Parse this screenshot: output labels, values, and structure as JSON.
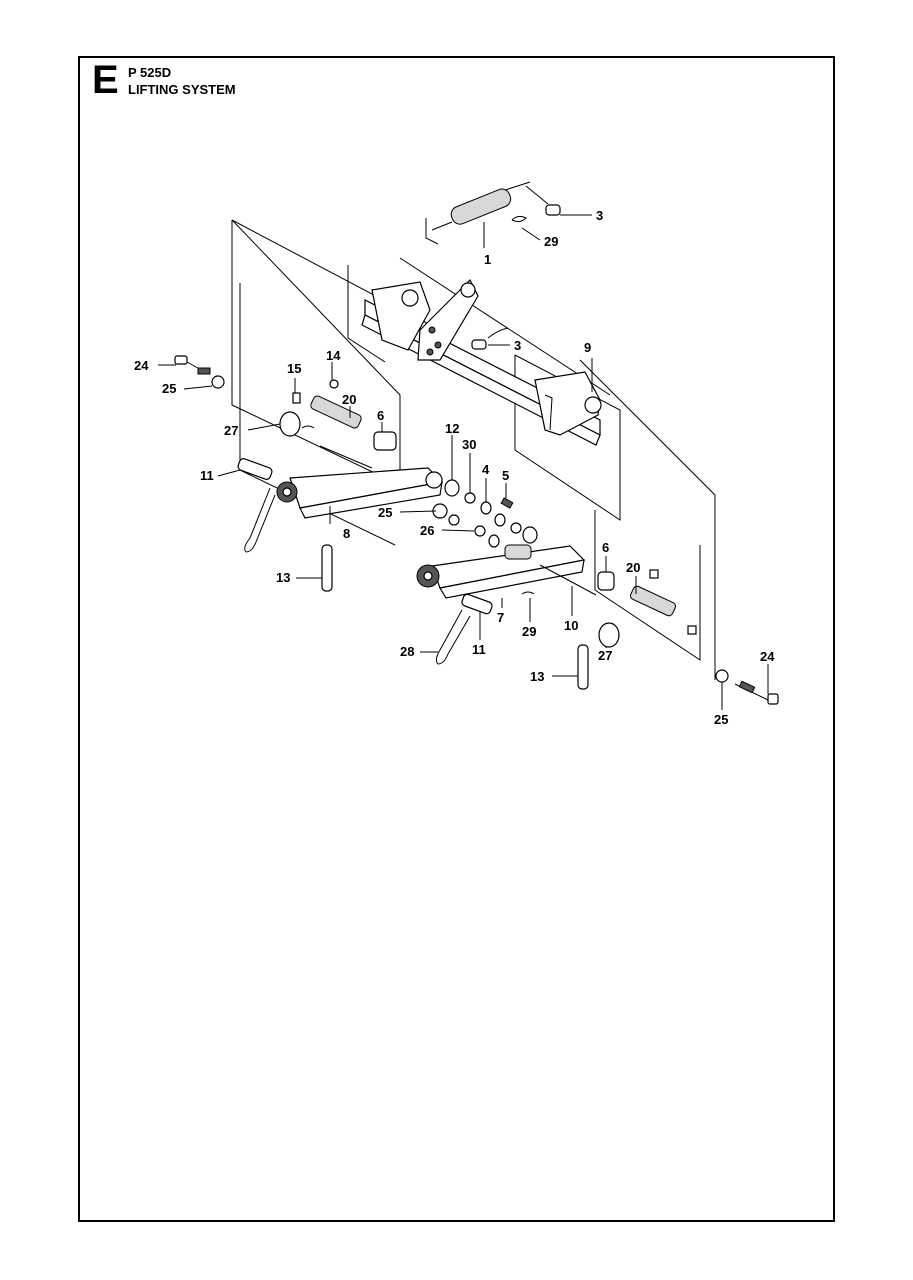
{
  "header": {
    "section_letter": "E",
    "model": "P 525D",
    "title": "LIFTING SYSTEM"
  },
  "callouts": [
    "3",
    "29",
    "1",
    "3",
    "9",
    "24",
    "25",
    "15",
    "14",
    "20",
    "6",
    "27",
    "11",
    "8",
    "25",
    "12",
    "30",
    "4",
    "5",
    "26",
    "6",
    "20",
    "7",
    "29",
    "10",
    "28",
    "11",
    "27",
    "13",
    "24",
    "25",
    "13"
  ]
}
